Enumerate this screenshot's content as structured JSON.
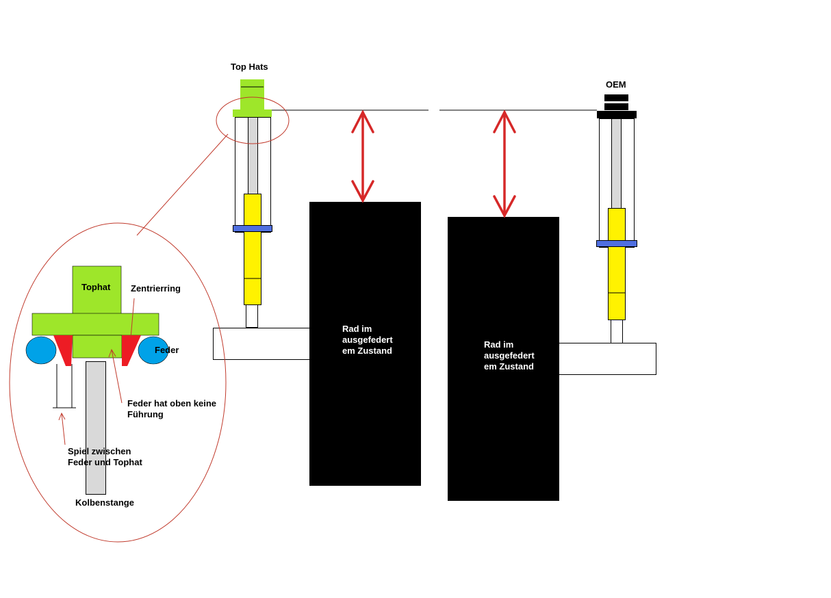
{
  "labels": {
    "top_hats": "Top Hats",
    "oem": "OEM",
    "wheel_left": [
      "Rad im",
      "ausgefedert",
      "em Zustand"
    ],
    "wheel_right": [
      "Rad im",
      "ausgefedert",
      "em Zustand"
    ],
    "tophat": "Tophat",
    "zentrierring": "Zentrierring",
    "feder": "Feder",
    "feder_fuehrung": [
      "Feder hat oben keine",
      "Führung"
    ],
    "spiel": [
      "Spiel zwischen",
      "Feder und Tophat"
    ],
    "kolbenstange": "Kolbenstange"
  },
  "colors": {
    "tophat_green": "#9ee62a",
    "shock_yellow": "#fff200",
    "spring_seat_blue": "#4f6fe0",
    "spring_cyan": "#00a2e8",
    "ring_red": "#ed1c24",
    "arrow_red": "#d62828",
    "rod_gray": "#d9d9d9",
    "wheel_black": "#000000",
    "oem_black": "#000000",
    "ellipse_red": "#c0392b"
  }
}
